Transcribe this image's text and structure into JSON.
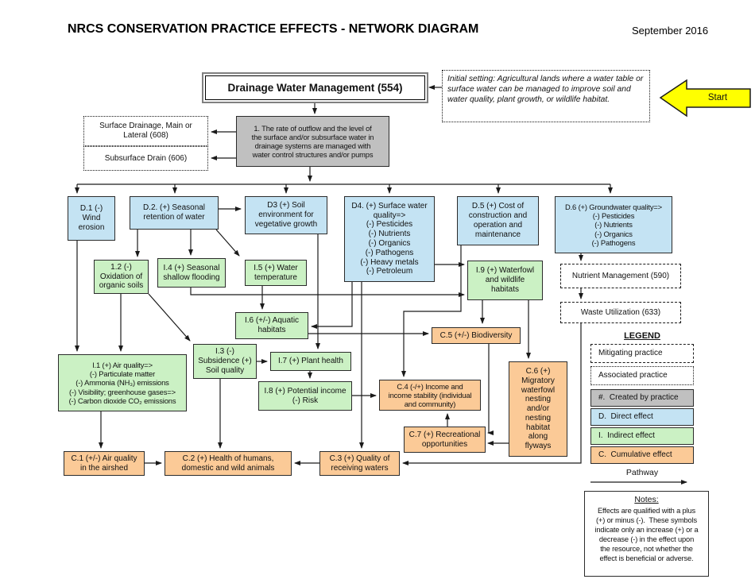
{
  "header": {
    "title": "NRCS CONSERVATION PRACTICE EFFECTS - NETWORK DIAGRAM",
    "date": "September 2016"
  },
  "start_label": "Start",
  "palette": {
    "direct_blue": "#C4E3F3",
    "indirect_green": "#CBF1C4",
    "cumulative_orange": "#FBCA97",
    "created_gray": "#C0C0C0",
    "start_yellow": "#FFFF00"
  },
  "nodes": {
    "dwm": "Drainage Water Management (554)",
    "initial_setting": "Initial setting: Agricultural lands where a water table or surface water can be managed to improve soil and water quality, plant growth, or wildlife habitat.",
    "p608": "Surface Drainage, Main or\nLateral (608)",
    "p606": "Subsurface Drain (606)",
    "created1": "1. The rate of outflow and the level of\nthe surface and/or subsurface water in\ndrainage systems are managed with\nwater control structures and/or pumps",
    "d1": "D.1 (-)\nWind\nerosion",
    "d2": "D.2. (+) Seasonal\nretention of water",
    "d3": "D3 (+) Soil\nenvironment for\nvegetative growth",
    "d4": "D4. (+) Surface water\nquality=>\n(-) Pesticides\n(-) Nutrients\n(-) Organics\n(-) Pathogens\n(-) Heavy metals\n(-) Petroleum",
    "d5": "D.5 (+) Cost of\nconstruction and\noperation and\nmaintenance",
    "d6": "D.6 (+) Groundwater quality=>\n(-) Pesticides\n(-) Nutrients\n(-) Organics\n(-) Pathogens",
    "i2": "1.2 (-)\nOxidation of\norganic soils",
    "i4": "I.4 (+) Seasonal\nshallow flooding",
    "i5": "I.5 (+) Water\ntemperature",
    "i9": "I.9 (+) Waterfowl\nand wildlife\nhabitats",
    "nm590": "Nutrient Management (590)",
    "wu633": "Waste Utilization (633)",
    "i6": "I.6 (+/-) Aquatic\nhabitats",
    "c5": "C.5 (+/-) Biodiversity",
    "i3": "I.3 (-)\nSubsidence (+)\nSoil quality",
    "i7": "I.7 (+) Plant health",
    "i1": "I.1 (+) Air quality=>\n(-) Particulate matter\n(-) Ammonia (NH₃) emissions\n(-) Visibility; greenhouse gases=>\n(-) Carbon dioxide CO₂ emissions",
    "i8": "I.8 (+) Potential income\n(-) Risk",
    "c4": "C.4 (-/+) Income and\nincome stability (individual\nand community)",
    "c7": "C.7 (+) Recreational\nopportunities",
    "c6": "C.6 (+)\nMigratory\nwaterfowl\nnesting\nand/or\nnesting\nhabitat\nalong\nflyways",
    "c1": "C.1 (+/-) Air quality\nin the airshed",
    "c2": "C.2 (+) Health of humans,\ndomestic and wild animals",
    "c3": "C.3 (+) Quality of\nreceiving waters"
  },
  "legend": {
    "title": "LEGEND",
    "items": [
      {
        "label": "Mitigating practice",
        "style": "dashdot"
      },
      {
        "label": "Associated practice",
        "style": "dotted"
      },
      {
        "label": "#.  Created by practice",
        "style": "gray"
      },
      {
        "label": "D.  Direct effect",
        "style": "blue"
      },
      {
        "label": "I.  Indirect effect",
        "style": "green"
      },
      {
        "label": "C.  Cumulative effect",
        "style": "orange"
      }
    ],
    "pathway_label": "Pathway"
  },
  "notes": {
    "title": "Notes:",
    "body": "Effects are qualified with a plus\n(+) or minus (-).  These symbols\nindicate only an increase (+) or a\ndecrease (-) in the effect upon\nthe resource, not whether the\neffect is beneficial or adverse."
  }
}
